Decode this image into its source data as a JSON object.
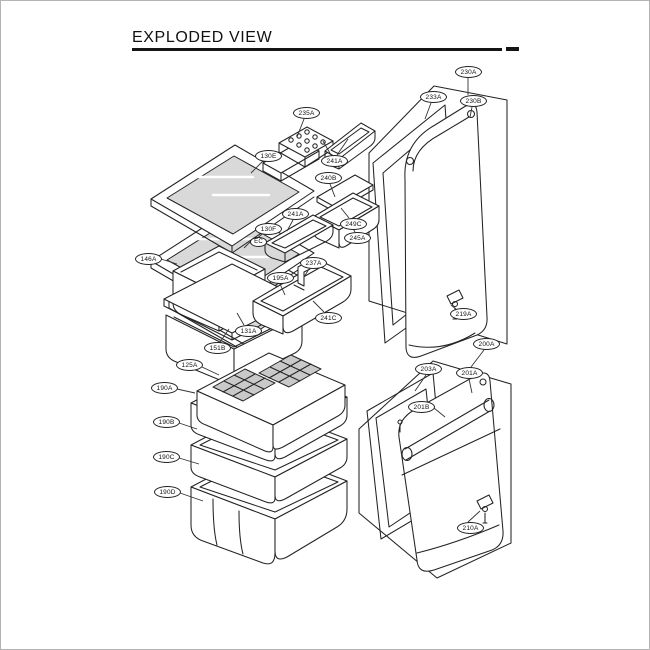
{
  "header": {
    "title": "EXPLODED VIEW"
  },
  "diagram": {
    "colors": {
      "ink": "#1a1a1a",
      "glass": "#d9d9d9"
    },
    "labels": [
      {
        "text": "230A"
      },
      {
        "text": "233A"
      },
      {
        "text": "230B"
      },
      {
        "text": "235A"
      },
      {
        "text": "241A"
      },
      {
        "text": "240B"
      },
      {
        "text": "130E"
      },
      {
        "text": "241A"
      },
      {
        "text": "249C"
      },
      {
        "text": "245A"
      },
      {
        "text": "130F"
      },
      {
        "text": "EC"
      },
      {
        "text": "146A"
      },
      {
        "text": "237A"
      },
      {
        "text": "195A"
      },
      {
        "text": "241C"
      },
      {
        "text": "131A"
      },
      {
        "text": "151B"
      },
      {
        "text": "219A"
      },
      {
        "text": "125A"
      },
      {
        "text": "190A"
      },
      {
        "text": "190B"
      },
      {
        "text": "190C"
      },
      {
        "text": "190D"
      },
      {
        "text": "200A"
      },
      {
        "text": "203A"
      },
      {
        "text": "201A"
      },
      {
        "text": "201B"
      },
      {
        "text": "210A"
      }
    ]
  }
}
